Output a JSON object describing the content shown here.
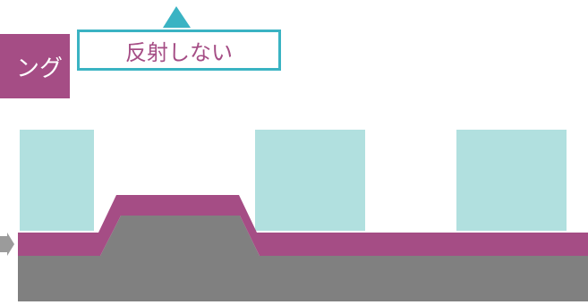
{
  "labels": {
    "left_text": "ング",
    "right_text": "反射しない"
  },
  "colors": {
    "accent_magenta": "#a54d85",
    "accent_cyan": "#3ab3c3",
    "light_cyan_block": "#b1e0df",
    "substrate_gray": "#808080",
    "arrow_gray": "#9b9b9b"
  },
  "diagram": {
    "upper_blocks_count": 3,
    "has_left_arrow": true,
    "has_top_triangle_marker": true
  }
}
